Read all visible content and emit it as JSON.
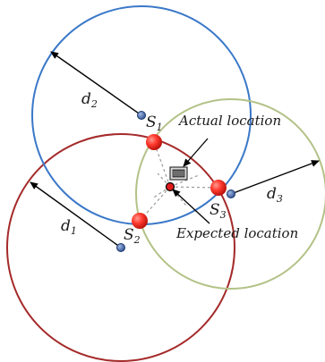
{
  "circles": [
    {
      "id": "circle-1",
      "color": "#a52a2a"
    },
    {
      "id": "circle-2",
      "color": "#3a78c8"
    },
    {
      "id": "circle-3",
      "color": "#b3c287"
    }
  ],
  "labels": {
    "d1": {
      "main": "d",
      "sub": "1"
    },
    "d2": {
      "main": "d",
      "sub": "2"
    },
    "d3": {
      "main": "d",
      "sub": "3"
    },
    "s1": {
      "main": "S",
      "sub": "1"
    },
    "s2": {
      "main": "S",
      "sub": "2"
    },
    "s3": {
      "main": "S",
      "sub": "3"
    }
  },
  "annotations": {
    "actual": "Actual location",
    "expected": "Expected location"
  },
  "colors": {
    "station_fill": "#ff3b30",
    "center_fill": "#4a6fb0",
    "expected_point": "#e01b1b",
    "dashed_lines": "#999999",
    "arrows": "#000000"
  }
}
